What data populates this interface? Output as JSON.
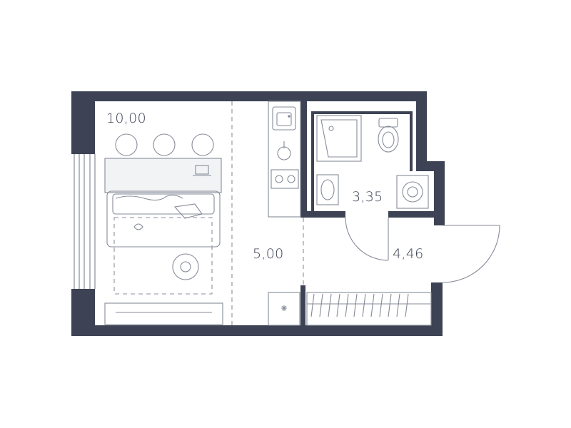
{
  "floor_plan": {
    "rooms": [
      {
        "id": "living",
        "area": "10,00"
      },
      {
        "id": "kitchen",
        "area": "5,00"
      },
      {
        "id": "bathroom",
        "area": "3,35"
      },
      {
        "id": "hallway",
        "area": "4,46"
      }
    ],
    "colors": {
      "wall": "#3d4354",
      "line": "#7b8190",
      "text": "#3b4150"
    },
    "icons": [
      "sink-icon",
      "stove-icon",
      "shower-icon",
      "toilet-icon",
      "washing-machine-icon",
      "sofa-icon",
      "laptop-icon",
      "wardrobe-icon"
    ]
  }
}
